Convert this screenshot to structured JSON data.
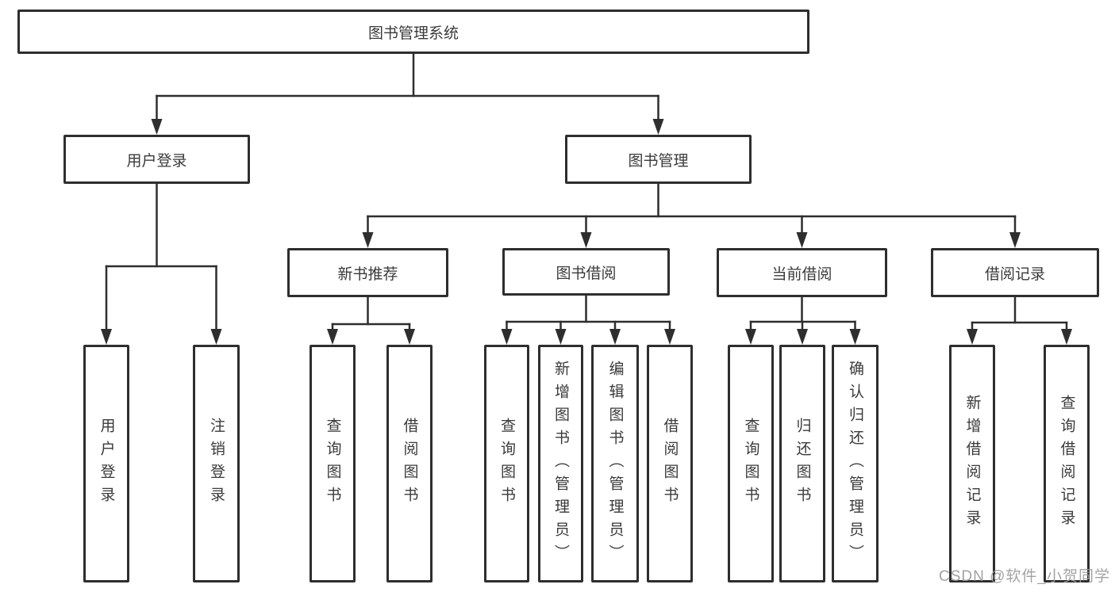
{
  "tree": {
    "root": "图书管理系统",
    "level2": [
      "用户登录",
      "图书管理"
    ],
    "level3": [
      "新书推荐",
      "图书借阅",
      "当前借阅",
      "借阅记录"
    ],
    "leaves": {
      "user_login": [
        "用户登录",
        "注销登录"
      ],
      "new_book_recommend": [
        "查询图书",
        "借阅图书"
      ],
      "book_borrow": [
        "查询图书",
        "新增图书（管理员）",
        "编辑图书（管理员）",
        "借阅图书"
      ],
      "current_borrow": [
        "查询图书",
        "归还图书",
        "确认归还（管理员）"
      ],
      "borrow_record": [
        "新增借阅记录",
        "查询借阅记录"
      ]
    }
  },
  "watermark": "CSDN @软件_小贺同学",
  "colors": {
    "line": "#2e2e2e",
    "text": "#3a3a3a",
    "watermark_gray": "#9b9b9b",
    "background": "#ffffff"
  }
}
